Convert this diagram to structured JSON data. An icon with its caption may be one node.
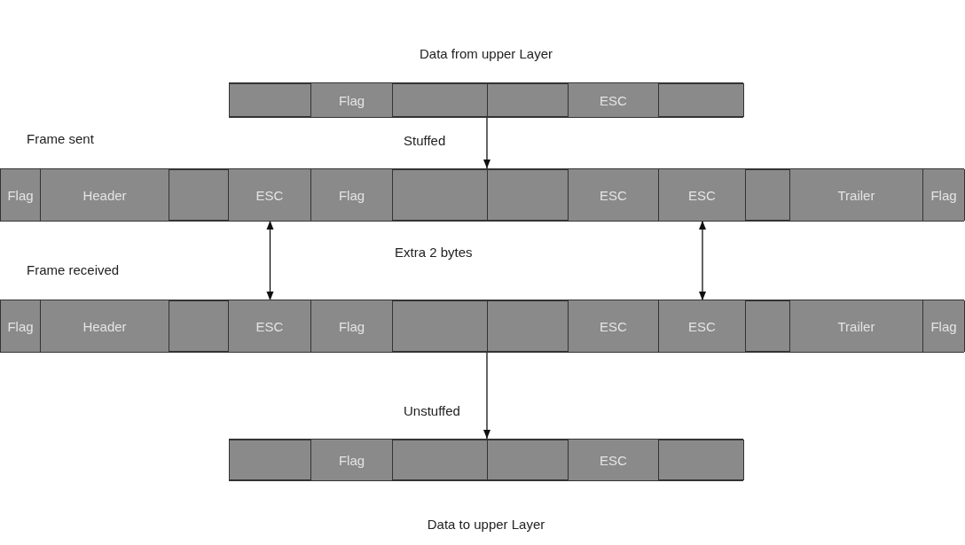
{
  "diagram": {
    "nodes": [
      {
        "text": [],
        "shape": "bar",
        "beside": [
          "Data from upper Layer"
        ]
      },
      {
        "text": [],
        "shape": "box",
        "in": 0
      },
      {
        "text": [
          "Flag"
        ],
        "in": 0
      },
      {
        "text": [],
        "shape": "box",
        "in": 0
      },
      {
        "text": [],
        "shape": "box",
        "in": 0
      },
      {
        "text": [
          "ESC"
        ],
        "in": 0
      },
      {
        "text": [],
        "shape": "box",
        "in": 0
      },
      {
        "text": [],
        "shape": "bar",
        "beside": [
          "Frame sent"
        ]
      },
      {
        "text": [
          "Flag"
        ],
        "in": 7
      },
      {
        "text": [
          "Header"
        ],
        "in": 7
      },
      {
        "text": [],
        "shape": "box",
        "in": 7
      },
      {
        "text": [
          "ESC"
        ],
        "in": 7
      },
      {
        "text": [
          "Flag"
        ],
        "in": 7
      },
      {
        "text": [],
        "shape": "box",
        "in": 7
      },
      {
        "text": [],
        "shape": "box",
        "in": 7
      },
      {
        "text": [
          "ESC"
        ],
        "in": 7
      },
      {
        "text": [
          "ESC"
        ],
        "in": 7
      },
      {
        "text": [],
        "shape": "box",
        "in": 7
      },
      {
        "text": [
          "Trailer"
        ],
        "in": 7
      },
      {
        "text": [
          "Flag"
        ],
        "in": 7
      },
      {
        "text": [],
        "shape": "bar",
        "beside": [
          "Frame received"
        ]
      },
      {
        "text": [
          "Flag"
        ],
        "in": 20
      },
      {
        "text": [
          "Header"
        ],
        "in": 20
      },
      {
        "text": [],
        "shape": "box",
        "in": 20
      },
      {
        "text": [
          "ESC"
        ],
        "in": 20
      },
      {
        "text": [
          "Flag"
        ],
        "in": 20
      },
      {
        "text": [],
        "shape": "box",
        "in": 20
      },
      {
        "text": [],
        "shape": "box",
        "in": 20
      },
      {
        "text": [
          "ESC"
        ],
        "in": 20
      },
      {
        "text": [
          "ESC"
        ],
        "in": 20
      },
      {
        "text": [],
        "shape": "box",
        "in": 20
      },
      {
        "text": [
          "Trailer"
        ],
        "in": 20
      },
      {
        "text": [
          "Flag"
        ],
        "in": 20
      },
      {
        "text": [],
        "shape": "bar",
        "beside": [
          "Data to upper Layer"
        ]
      },
      {
        "text": [],
        "shape": "box",
        "in": 33
      },
      {
        "text": [
          "Flag"
        ],
        "in": 33
      },
      {
        "text": [],
        "shape": "box",
        "in": 33
      },
      {
        "text": [],
        "shape": "box",
        "in": 33
      },
      {
        "text": [
          "ESC"
        ],
        "in": 33
      },
      {
        "text": [],
        "shape": "box",
        "in": 33
      }
    ],
    "edges": [
      {
        "from": 0,
        "to": 7,
        "arrow": "to",
        "label": "Stuffed"
      },
      {
        "from": 11,
        "to": 24,
        "arrow": "both"
      },
      {
        "from": 16,
        "to": 29,
        "arrow": "both"
      },
      {
        "from": 20,
        "to": 33,
        "arrow": "to",
        "label": "Unstuffed"
      }
    ],
    "labels": [
      "Extra 2 bytes"
    ]
  }
}
